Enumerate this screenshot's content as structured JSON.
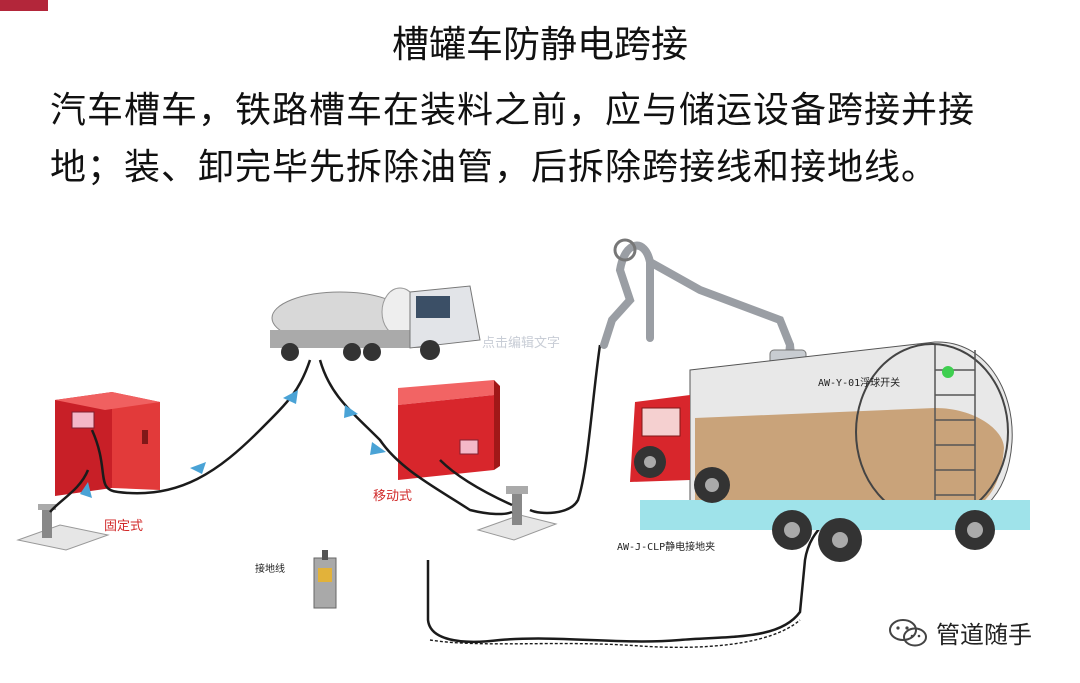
{
  "title": "槽罐车防静电跨接",
  "body_text": "汽车槽车，铁路槽车在装料之前，应与储运设备跨接并接地；装、卸完毕先拆除油管，后拆除跨接线和接地线。",
  "labels": {
    "fixed": "固定式",
    "mobile": "移动式",
    "ground_wire": "接地线",
    "float_switch": "AW-Y-01浮球开关",
    "ground_clamp": "AW-J-CLP静电接地夹"
  },
  "watermark": "点击编辑文字",
  "brand": {
    "name": "管道随手",
    "icon": "wechat-icon"
  },
  "colors": {
    "accent": "#b3263a",
    "cabinet": "#d8262c",
    "tank": "#c9a37a"
  }
}
